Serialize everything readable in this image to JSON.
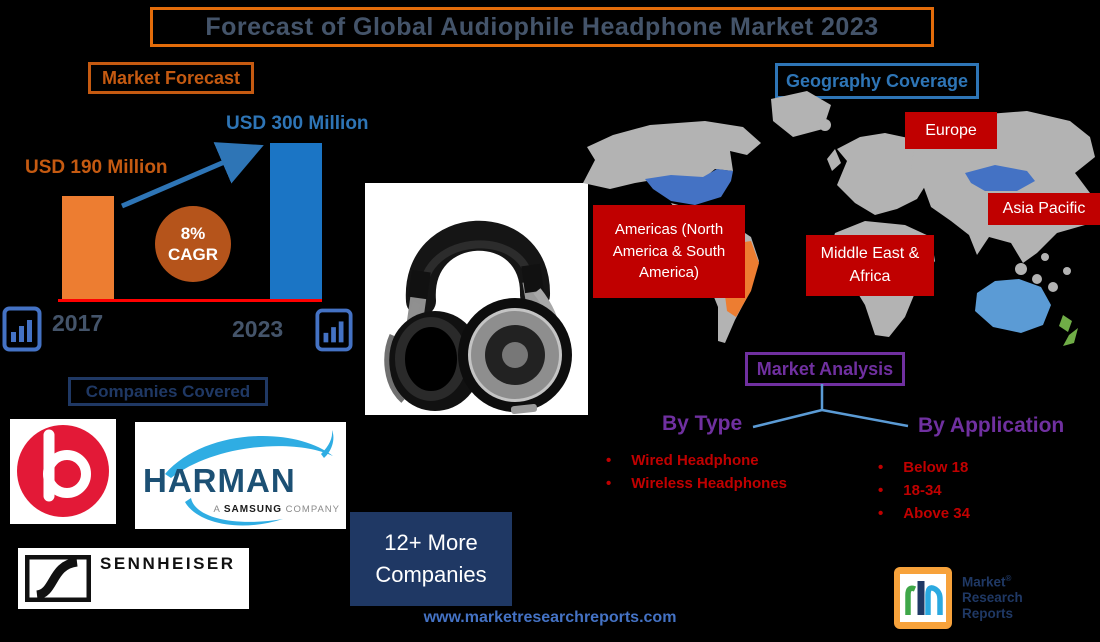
{
  "title": "Forecast of Global Audiophile Headphone Market 2023",
  "forecast": {
    "label": "Market Forecast",
    "start": {
      "year": "2017",
      "value_label": "USD 190 Million"
    },
    "end": {
      "year": "2023",
      "value_label": "USD 300 Million"
    },
    "cagr": {
      "value": "8%",
      "label": "CAGR"
    }
  },
  "chart_data": {
    "type": "bar",
    "title": "Market Forecast",
    "categories": [
      "2017",
      "2023"
    ],
    "values": [
      190,
      300
    ],
    "unit": "USD Million",
    "annotations": [
      "USD 190 Million",
      "USD 300 Million",
      "8% CAGR",
      "growth arrow from 2017 bar to 2023 bar"
    ],
    "bar_colors": [
      "#ED7D31",
      "#1B75C5"
    ],
    "baseline_color": "#FF0000",
    "grid": false,
    "legend": false
  },
  "geography": {
    "label": "Geography Coverage",
    "regions": [
      "Europe",
      "Asia Pacific",
      "Americas (North America & South America)",
      "Middle East & Africa"
    ]
  },
  "analysis": {
    "label": "Market Analysis",
    "by_type": {
      "heading": "By Type",
      "items": [
        "Wired Headphone",
        "Wireless Headphones"
      ]
    },
    "by_application": {
      "heading": "By Application",
      "items": [
        "Below 18",
        "18-34",
        "Above 34"
      ]
    }
  },
  "companies": {
    "label": "Companies Covered",
    "harman": {
      "name": "HARMAN",
      "sub_a": "A",
      "sub_samsung": "SAMSUNG",
      "sub_company": "COMPANY"
    },
    "sennheiser": "SENNHEISER",
    "more": "12+ More Companies"
  },
  "footer": {
    "url": "www.marketresearchreports.com"
  },
  "brand": {
    "line1": "Market",
    "reg": "®",
    "line2": "Research",
    "line3": "Reports"
  },
  "colors": {
    "accent_orange": "#ED7D31",
    "dark_orange": "#C55A11",
    "cagr_circle": "#B5541B",
    "bar_blue": "#1B75C5",
    "text_blue": "#2E75B6",
    "region_red": "#C00000",
    "baseline_red": "#FF0000",
    "purple": "#7030A0",
    "navy": "#1F3864",
    "slate": "#44546A",
    "map_gray": "#B3B3B3",
    "usa_mongolia_blue": "#4472C4",
    "australia_blue": "#5B9BD5",
    "new_zealand_green": "#70AD47",
    "brazil_orange": "#ED7D31",
    "footer_blue": "#4472C4"
  }
}
